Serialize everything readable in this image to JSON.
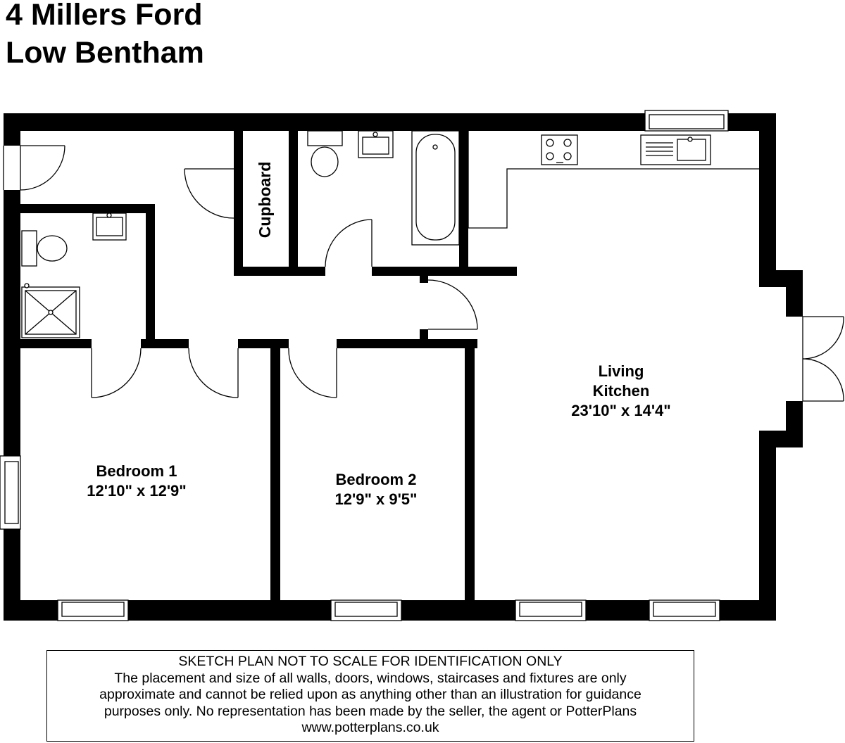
{
  "header": {
    "line1": "4 Millers Ford",
    "line2": "Low Bentham"
  },
  "rooms": [
    {
      "id": "bedroom-1",
      "name": "Bedroom 1",
      "size": "12'10\" x 12'9\""
    },
    {
      "id": "bedroom-2",
      "name": "Bedroom 2",
      "size": "12'9\" x 9'5\""
    },
    {
      "id": "living-kitchen",
      "name_line1": "Living",
      "name_line2": "Kitchen",
      "size": "23'10\" x 14'4\""
    },
    {
      "id": "cupboard",
      "name": "Cupboard"
    }
  ],
  "disclaimer": {
    "lines": [
      "SKETCH PLAN NOT TO SCALE FOR IDENTIFICATION ONLY",
      "The placement and size of all walls, doors, windows, staircases and fixtures are only",
      "approximate and cannot be relied upon as anything other than an illustration for guidance",
      "purposes only. No representation has been made by the seller, the agent or PotterPlans",
      "www.potterplans.co.uk"
    ]
  },
  "colors": {
    "wall": "#000000",
    "background": "#ffffff"
  }
}
